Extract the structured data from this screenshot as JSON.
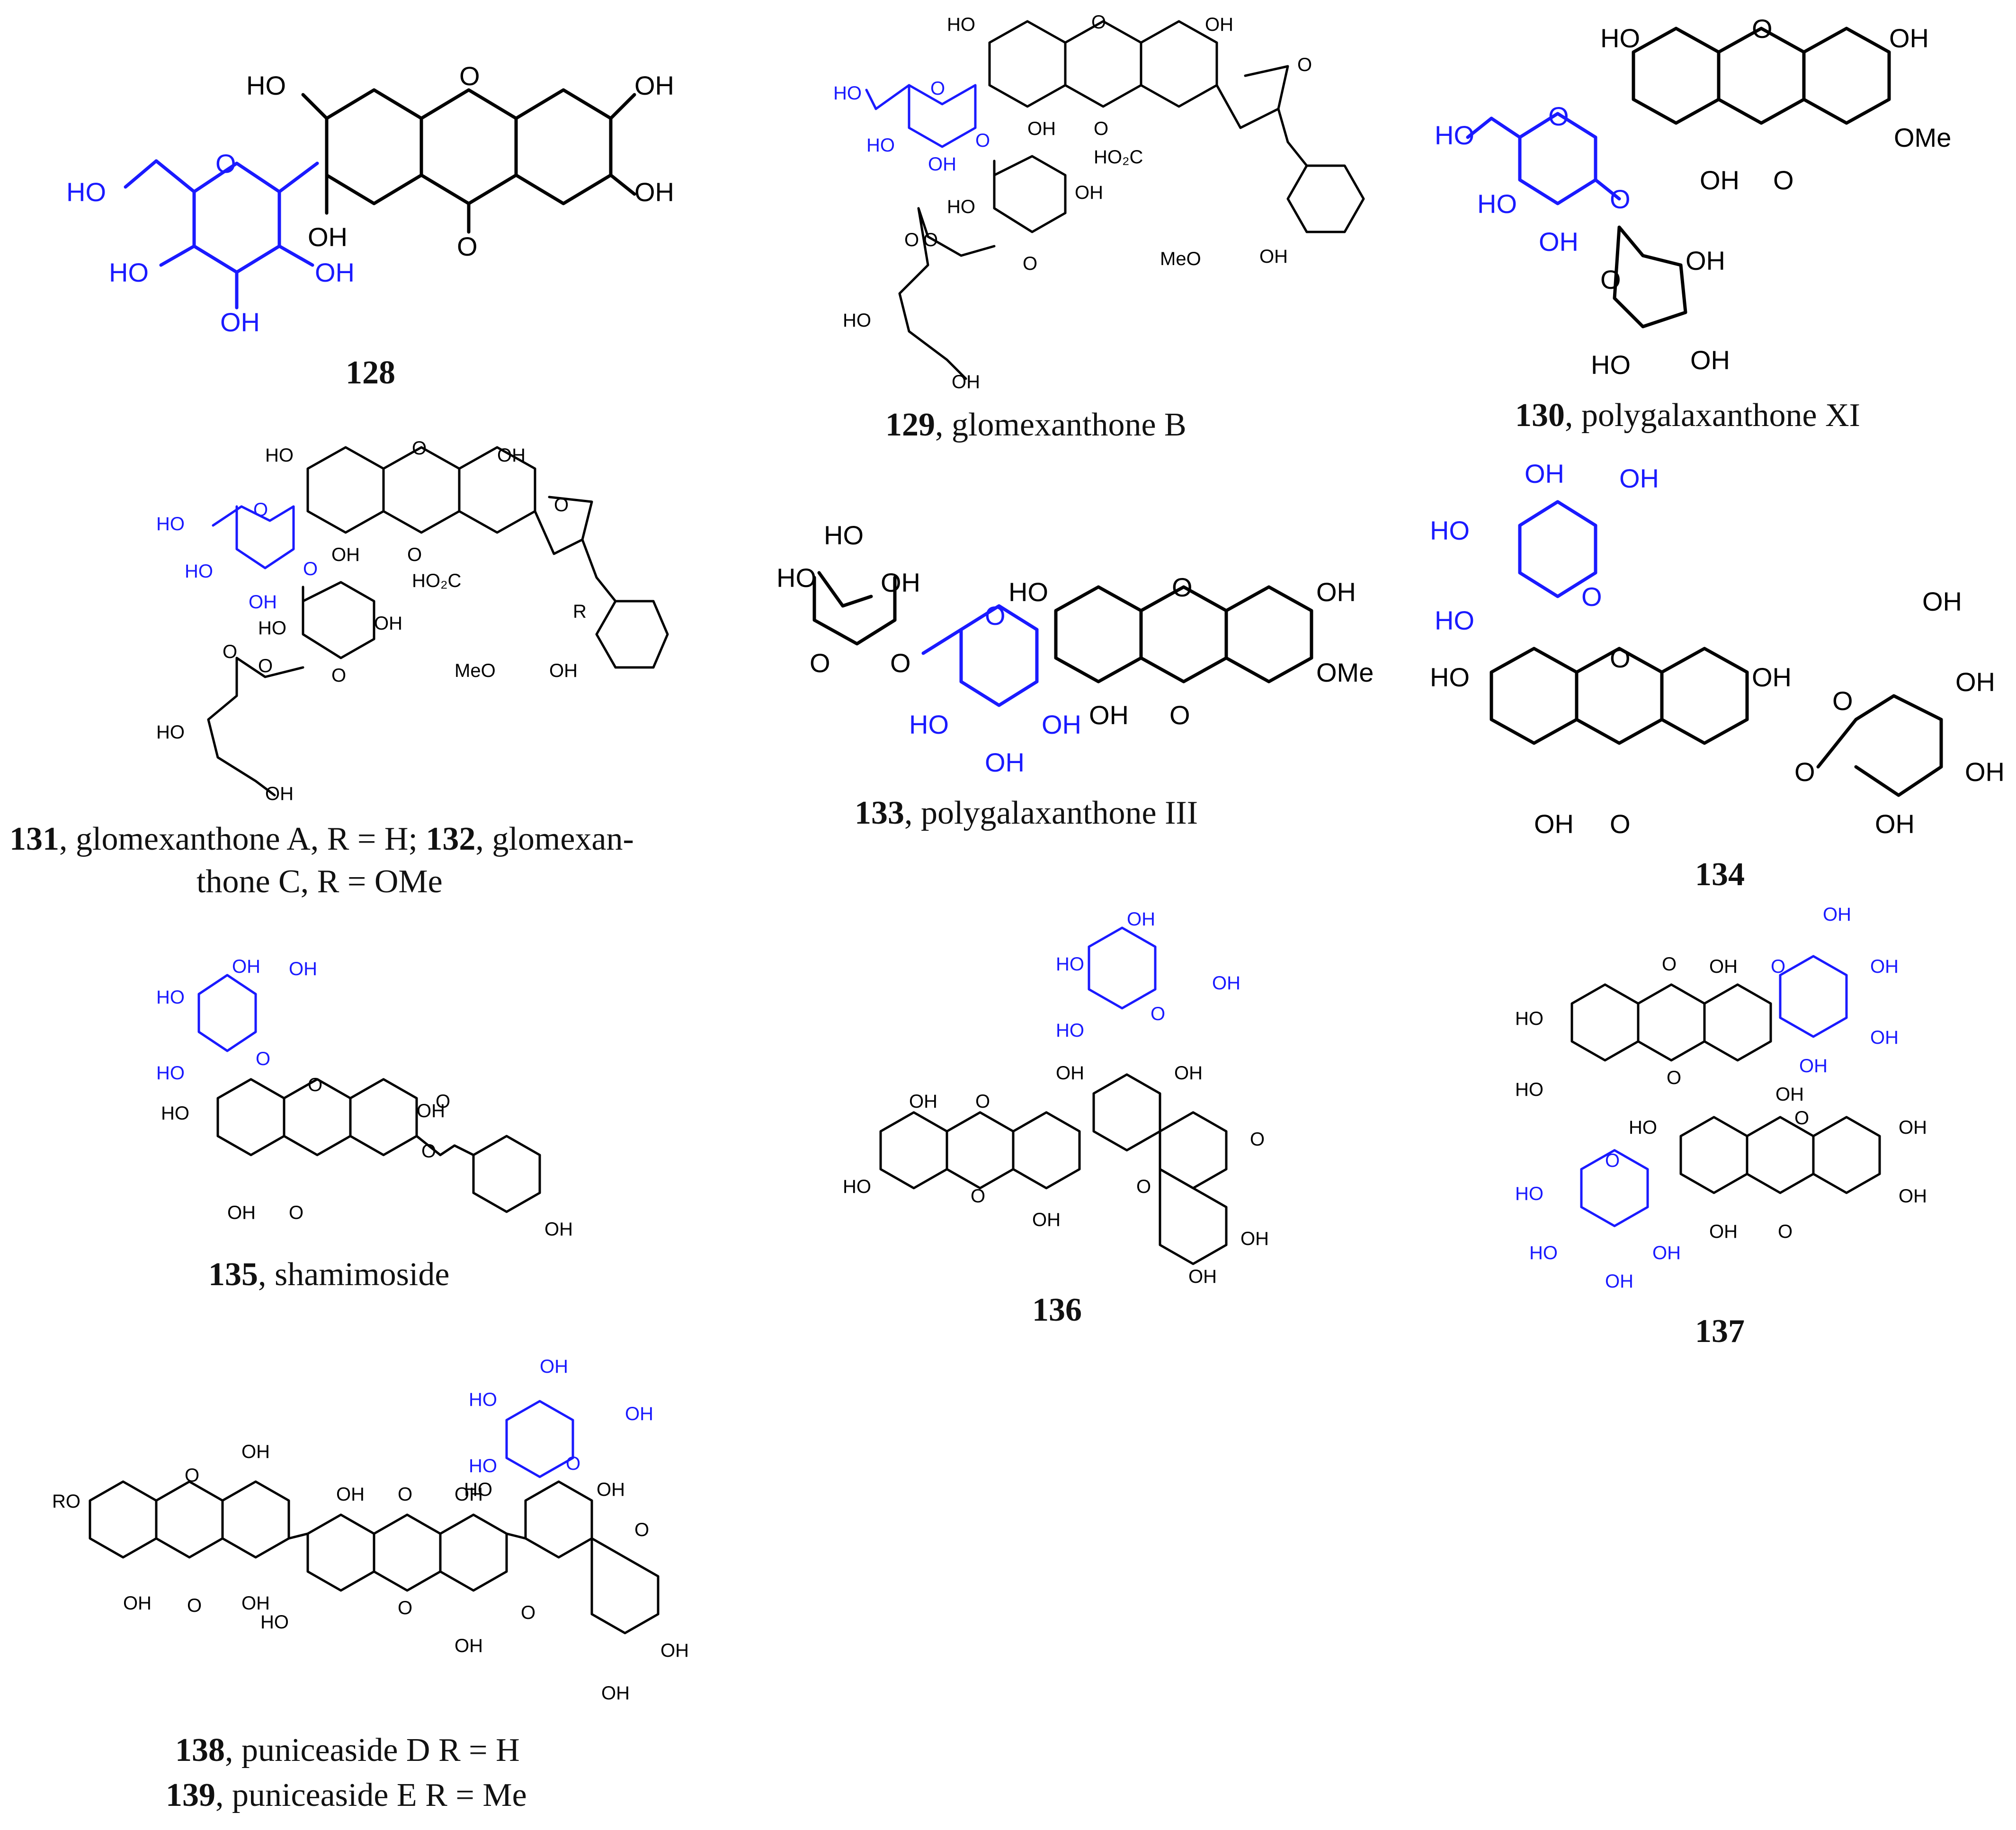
{
  "compounds": [
    {
      "id": "128",
      "name": "",
      "extra": ""
    },
    {
      "id": "129",
      "name": ", glomexanthone B",
      "extra": ""
    },
    {
      "id": "130",
      "name": ", polygalaxanthone XI",
      "extra": ""
    },
    {
      "id": "131",
      "name": ", glomexanthone A, R = H; ",
      "id2": "132",
      "name2": ", glomexan-",
      "line2": "thone C, R = OMe"
    },
    {
      "id": "133",
      "name": ", polygalaxanthone III",
      "extra": ""
    },
    {
      "id": "134",
      "name": "",
      "extra": ""
    },
    {
      "id": "135",
      "name": ", shamimoside",
      "extra": ""
    },
    {
      "id": "136",
      "name": "",
      "extra": ""
    },
    {
      "id": "137",
      "name": "",
      "extra": ""
    },
    {
      "id": "138",
      "name": ", puniceaside D R = H",
      "id2": "139",
      "name2": ", puniceaside E R = Me"
    }
  ],
  "atoms": {
    "OH": "OH",
    "HO": "HO",
    "O": "O",
    "OMe": "OMe",
    "MeO": "MeO",
    "HO2C": "HO₂C",
    "R": "R",
    "RO": "RO"
  },
  "colors": {
    "sugar": "#1a1aff",
    "core": "#000000"
  }
}
